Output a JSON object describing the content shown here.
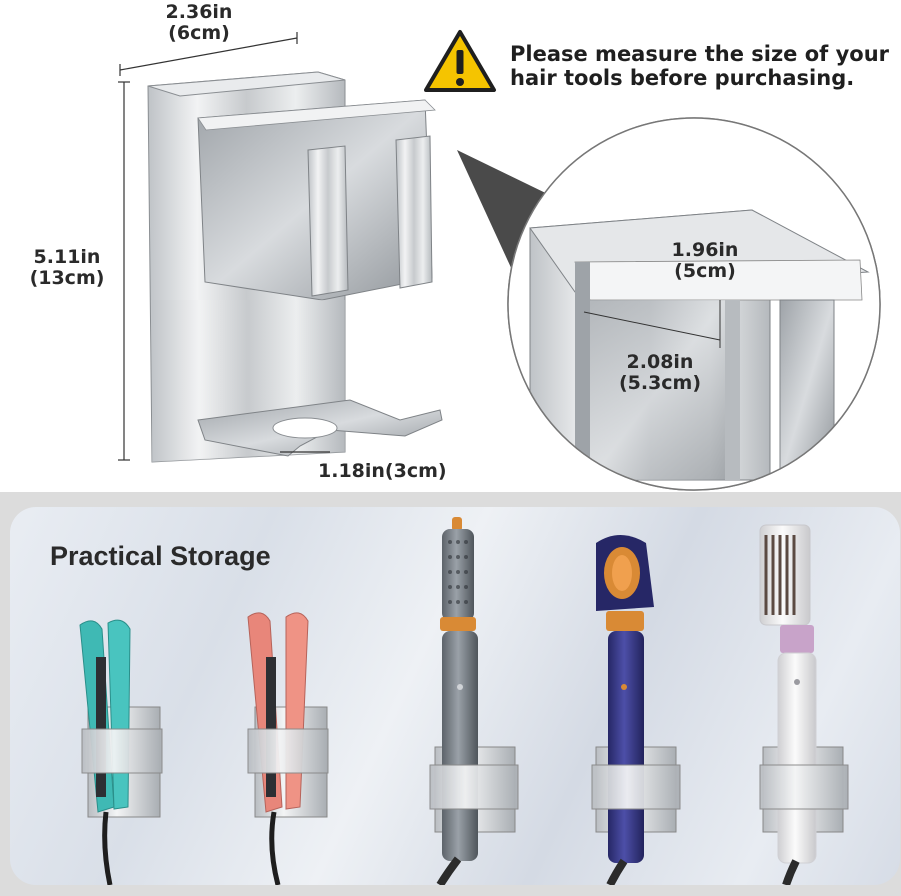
{
  "dimensions": {
    "width_label_in": "2.36in",
    "width_label_cm": "(6cm)",
    "height_label_in": "5.11in",
    "height_label_cm": "(13cm)",
    "slot_label": "1.18in(3cm)",
    "zoom_width_in": "1.96in",
    "zoom_width_cm": "(5cm)",
    "zoom_depth_in": "2.08in",
    "zoom_depth_cm": "(5.3cm)"
  },
  "warning": {
    "line1": "Please measure the size of your",
    "line2": "hair tools before purchasing.",
    "icon": "warning-triangle-icon",
    "color": "#f5c400"
  },
  "storage": {
    "title": "Practical Storage",
    "products": [
      {
        "name": "flat-iron",
        "color": "#3fb9b4"
      },
      {
        "name": "flat-iron",
        "color": "#e8867a"
      },
      {
        "name": "airwrap-styler",
        "color": "#d98a35"
      },
      {
        "name": "hair-dryer",
        "color": "#3e3f8f"
      },
      {
        "name": "hot-brush",
        "color": "#f2f2f2"
      }
    ]
  }
}
